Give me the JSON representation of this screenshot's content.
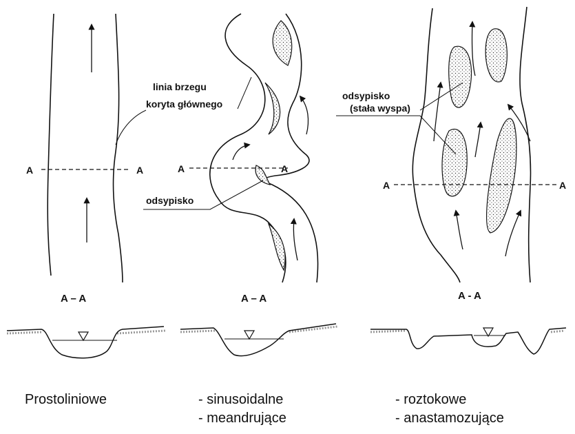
{
  "section_marker": "A",
  "labels": {
    "bank_line_1": "linia brzegu",
    "bank_line_2": "koryta głównego",
    "bar_meander": "odsypisko",
    "bar_island_1": "odsypisko",
    "bar_island_2": "(stała wyspa)"
  },
  "cross_sections": {
    "straight": "A – A",
    "meander": "A – A",
    "braided": "A - A"
  },
  "captions": {
    "straight": "Prostoliniowe",
    "meander_1": "- sinusoidalne",
    "meander_2": "- meandrujące",
    "braided_1": "- roztokowe",
    "braided_2": "- anastamozujące"
  },
  "icons": [
    "flow-arrow-icon",
    "water-level-triangle-icon"
  ]
}
